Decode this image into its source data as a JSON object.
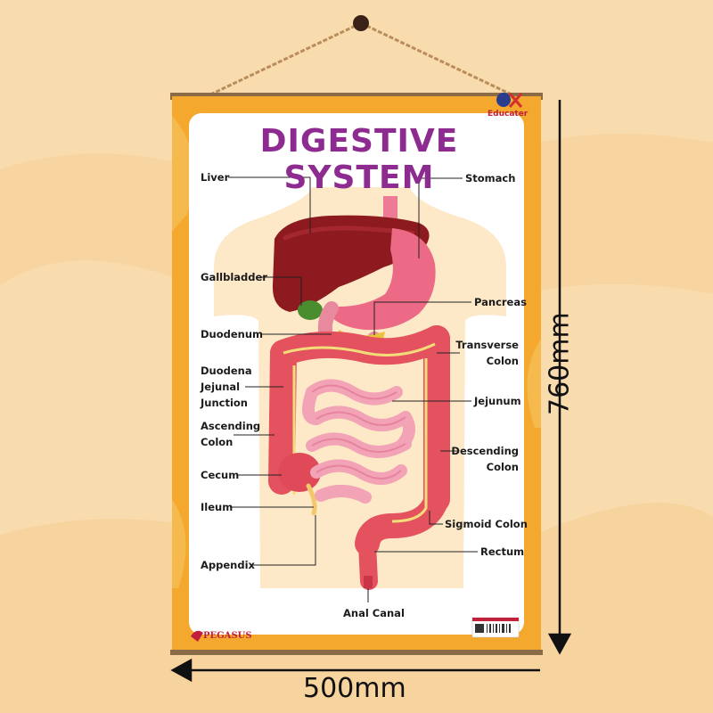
{
  "poster": {
    "title": "DIGESTIVE SYSTEM",
    "brand": "Educater",
    "publisher": "PEGASUS"
  },
  "dimensions": {
    "height": "760mm",
    "width": "500mm"
  },
  "labels": {
    "liver": "Liver",
    "gallbladder": "Gallbladder",
    "duodenum": "Duodenum",
    "duodena_line1": "Duodena",
    "duodena_line2": "Jejunal",
    "duodena_line3": "Junction",
    "ascending_line1": "Ascending",
    "ascending_line2": "Colon",
    "cecum": "Cecum",
    "ileum": "Ileum",
    "appendix": "Appendix",
    "stomach": "Stomach",
    "pancreas": "Pancreas",
    "transverse_line1": "Transverse",
    "transverse_line2": "Colon",
    "jejunum": "Jejunum",
    "descending_line1": "Descending",
    "descending_line2": "Colon",
    "sigmoid": "Sigmoid Colon",
    "rectum": "Rectum",
    "anal_canal": "Anal Canal"
  },
  "colors": {
    "background": "#f9dcae",
    "frame": "#f4a92e",
    "title": "#8e2b91",
    "liver": "#8c1a1f",
    "stomach": "#ec6a86",
    "intestine": "#e4525f",
    "small_intestine": "#f2a3b5",
    "gallbladder": "#4a8d2f",
    "pancreas": "#e9c23a"
  }
}
